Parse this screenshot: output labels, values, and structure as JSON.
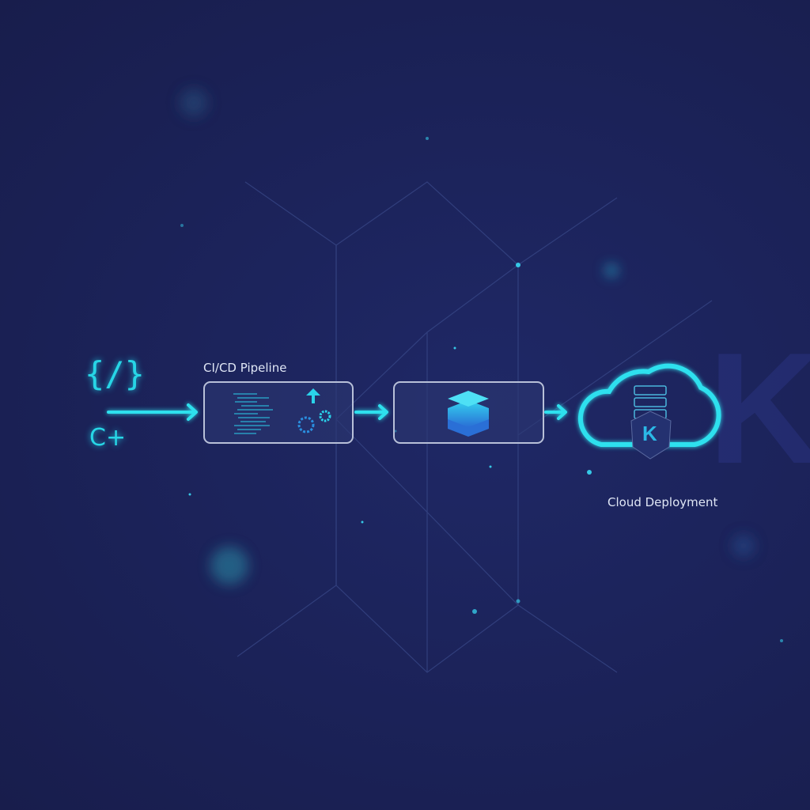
{
  "source": {
    "code_symbol": "{/}",
    "language_label": "C+"
  },
  "pipeline": {
    "label": "CI/CD Pipeline"
  },
  "cloud": {
    "label": "Cloud Deployment",
    "badge_letter": "K"
  },
  "colors": {
    "accent": "#27d6e6",
    "background": "#1b2258",
    "box_border": "#b8c0d8"
  }
}
